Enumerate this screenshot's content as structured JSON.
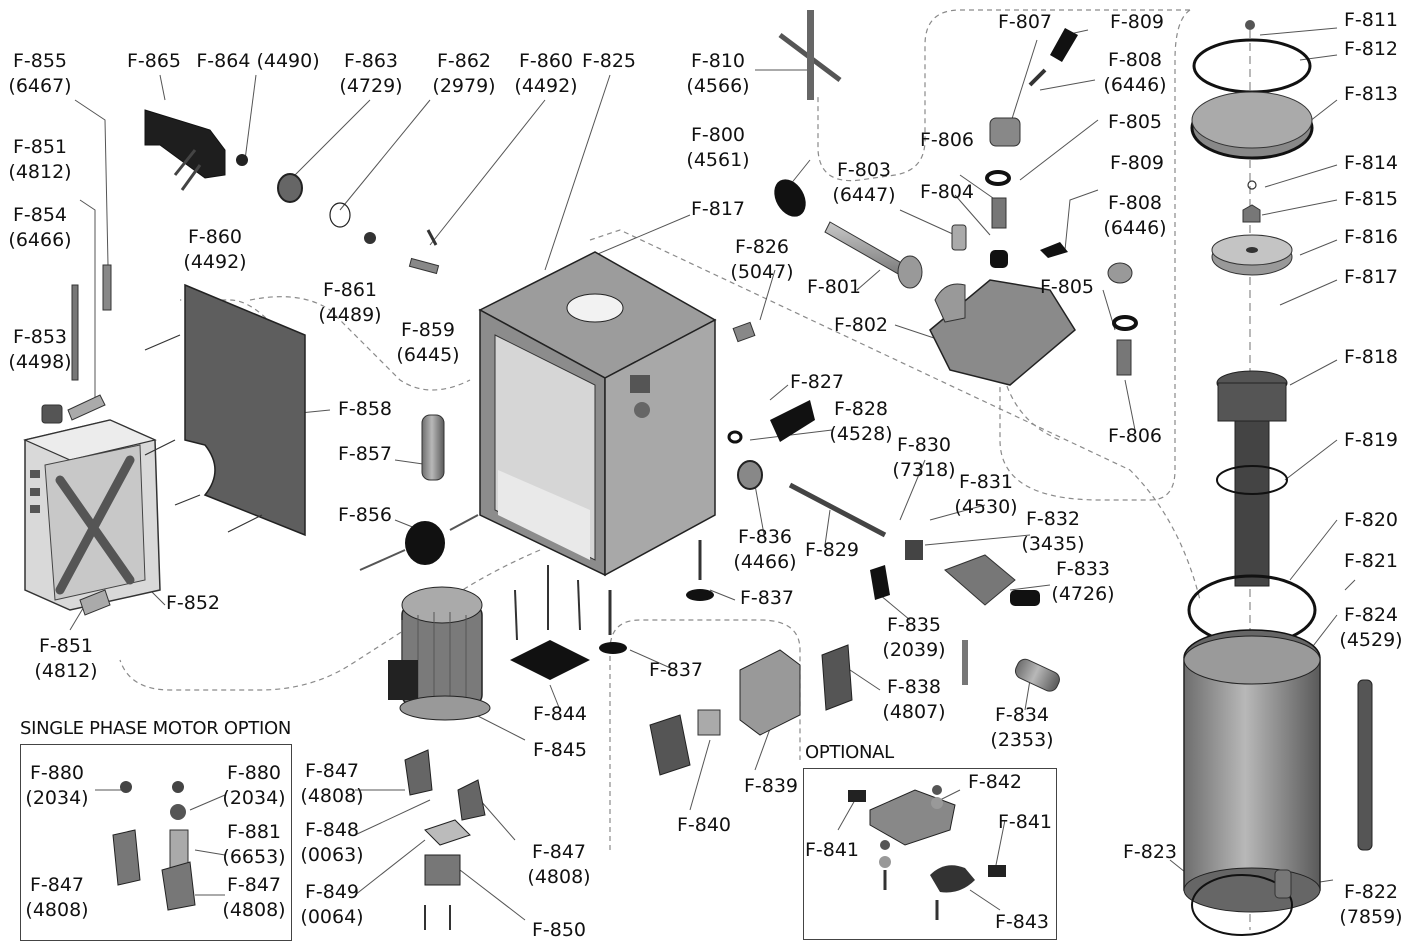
{
  "diagram": {
    "sections": {
      "single_phase": "SINGLE PHASE MOTOR OPTION",
      "optional": "OPTIONAL"
    },
    "labels": {
      "f855": {
        "code": "F-855",
        "num": "(6467)"
      },
      "f865": {
        "code": "F-865"
      },
      "f864": {
        "code": "F-864 (4490)"
      },
      "f863": {
        "code": "F-863",
        "num": "(4729)"
      },
      "f862": {
        "code": "F-862",
        "num": "(2979)"
      },
      "f860a": {
        "code": "F-860",
        "num": "(4492)"
      },
      "f825": {
        "code": "F-825"
      },
      "f810": {
        "code": "F-810",
        "num": "(4566)"
      },
      "f807": {
        "code": "F-807"
      },
      "f809a": {
        "code": "F-809"
      },
      "f808a": {
        "code": "F-808",
        "num": "(6446)"
      },
      "f811": {
        "code": "F-811"
      },
      "f812": {
        "code": "F-812"
      },
      "f813": {
        "code": "F-813"
      },
      "f851a": {
        "code": "F-851",
        "num": "(4812)"
      },
      "f854": {
        "code": "F-854",
        "num": "(6466)"
      },
      "f860b": {
        "code": "F-860",
        "num": "(4492)"
      },
      "f861": {
        "code": "F-861",
        "num": "(4489)"
      },
      "f859": {
        "code": "F-859",
        "num": "(6445)"
      },
      "f817a": {
        "code": "F-817"
      },
      "f800": {
        "code": "F-800",
        "num": "(4561)"
      },
      "f803": {
        "code": "F-803",
        "num": "(6447)"
      },
      "f806a": {
        "code": "F-806"
      },
      "f805a": {
        "code": "F-805"
      },
      "f809b": {
        "code": "F-809"
      },
      "f808b": {
        "code": "F-808",
        "num": "(6446)"
      },
      "f814": {
        "code": "F-814"
      },
      "f815": {
        "code": "F-815"
      },
      "f816": {
        "code": "F-816"
      },
      "f804": {
        "code": "F-804"
      },
      "f826": {
        "code": "F-826",
        "num": "(5047)"
      },
      "f801": {
        "code": "F-801"
      },
      "f805b": {
        "code": "F-805"
      },
      "f817b": {
        "code": "F-817"
      },
      "f853": {
        "code": "F-853",
        "num": "(4498)"
      },
      "f802": {
        "code": "F-802"
      },
      "f818": {
        "code": "F-818"
      },
      "f858": {
        "code": "F-858"
      },
      "f827": {
        "code": "F-827"
      },
      "f828": {
        "code": "F-828",
        "num": "(4528)"
      },
      "f806b": {
        "code": "F-806"
      },
      "f819": {
        "code": "F-819"
      },
      "f857": {
        "code": "F-857"
      },
      "f830": {
        "code": "F-830",
        "num": "(7318)"
      },
      "f831": {
        "code": "F-831",
        "num": "(4530)"
      },
      "f856": {
        "code": "F-856"
      },
      "f836": {
        "code": "F-836",
        "num": "(4466)"
      },
      "f829": {
        "code": "F-829"
      },
      "f832": {
        "code": "F-832",
        "num": "(3435)"
      },
      "f820": {
        "code": "F-820"
      },
      "f821": {
        "code": "F-821"
      },
      "f833": {
        "code": "F-833",
        "num": "(4726)"
      },
      "f837a": {
        "code": "F-837"
      },
      "f852": {
        "code": "F-852"
      },
      "f824": {
        "code": "F-824",
        "num": "(4529)"
      },
      "f851b": {
        "code": "F-851",
        "num": "(4812)"
      },
      "f835": {
        "code": "F-835",
        "num": "(2039)"
      },
      "f837b": {
        "code": "F-837"
      },
      "f838": {
        "code": "F-838",
        "num": "(4807)"
      },
      "f834": {
        "code": "F-834",
        "num": "(2353)"
      },
      "f844": {
        "code": "F-844"
      },
      "f845": {
        "code": "F-845"
      },
      "f880a": {
        "code": "F-880",
        "num": "(2034)"
      },
      "f880b": {
        "code": "F-880",
        "num": "(2034)"
      },
      "f847a": {
        "code": "F-847",
        "num": "(4808)"
      },
      "f881": {
        "code": "F-881",
        "num": "(6653)"
      },
      "f848": {
        "code": "F-848",
        "num": "(0063)"
      },
      "f847b": {
        "code": "F-847",
        "num": "(4808)"
      },
      "f847c": {
        "code": "F-847",
        "num": "(4808)"
      },
      "f847d": {
        "code": "F-847",
        "num": "(4808)"
      },
      "f849": {
        "code": "F-849",
        "num": "(0064)"
      },
      "f850": {
        "code": "F-850"
      },
      "f839": {
        "code": "F-839"
      },
      "f840": {
        "code": "F-840"
      },
      "f842": {
        "code": "F-842"
      },
      "f841a": {
        "code": "F-841"
      },
      "f841b": {
        "code": "F-841"
      },
      "f843": {
        "code": "F-843"
      },
      "f823": {
        "code": "F-823"
      },
      "f822": {
        "code": "F-822",
        "num": "(7859)"
      }
    }
  }
}
